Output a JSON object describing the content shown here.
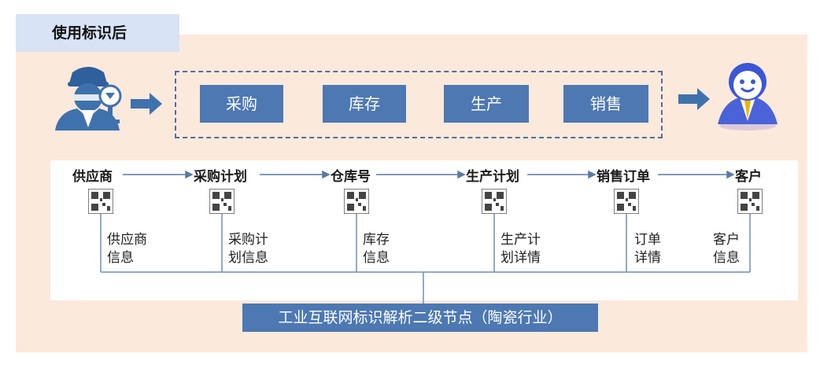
{
  "header": {
    "tab_label": "使用标识后"
  },
  "process": {
    "steps": [
      "采购",
      "库存",
      "生产",
      "销售"
    ]
  },
  "chain": {
    "nodes": [
      "供应商",
      "采购计划",
      "仓库号",
      "生产计划",
      "销售订单",
      "客户"
    ],
    "infos": [
      [
        "供应商",
        "信息"
      ],
      [
        "采购计",
        "划信息"
      ],
      [
        "库存",
        "信息"
      ],
      [
        "生产计",
        "划详情"
      ],
      [
        "订单",
        "详情"
      ],
      [
        "客户",
        "信息"
      ]
    ]
  },
  "footer": {
    "label": "工业互联网标识解析二级节点（陶瓷行业）"
  },
  "colors": {
    "accent": "#4d78b2",
    "peach": "#fbe9dc",
    "tab": "#d8e3f6",
    "line": "#6f8fb5"
  }
}
